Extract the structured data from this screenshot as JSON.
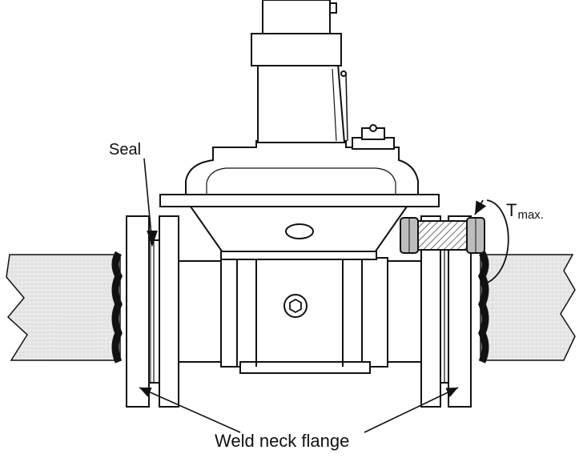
{
  "labels": {
    "seal": "Seal",
    "tmax_main": "T",
    "tmax_sub": "max.",
    "weld_neck_flange": "Weld neck flange"
  },
  "colors": {
    "line": "#111111",
    "background": "#ffffff",
    "pipe_fill": "#d6d6d6",
    "seal_gasket": "#111111"
  }
}
